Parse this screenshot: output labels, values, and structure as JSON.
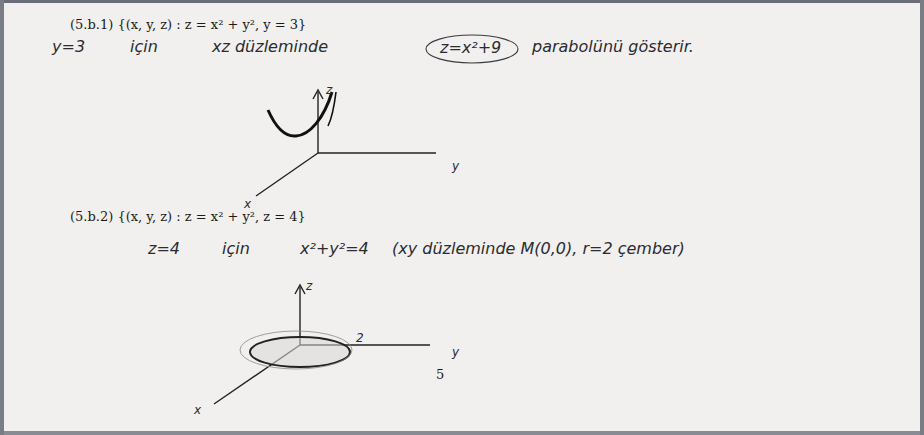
{
  "diagram": {
    "labels": [
      "(5.b.1) {(x, y, z) : z = x² + y², y = 3}",
      "y=3",
      "için",
      "xz düzleminde",
      "z=x²+9",
      "parabolünü gösterir.",
      "z",
      "y",
      "x",
      "(5.b.2) {(x, y, z) : z = x² + y², z = 4}",
      "z=4",
      "için",
      "x²+y²=4",
      "(xy düzleminde M(0,0), r=2 çember)",
      "z",
      "2",
      "y",
      "5",
      "x"
    ]
  }
}
